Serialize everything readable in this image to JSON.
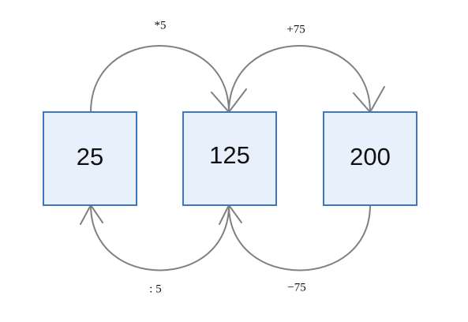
{
  "boxes": [
    {
      "value": "25"
    },
    {
      "value": "125"
    },
    {
      "value": "200"
    }
  ],
  "operations": {
    "multiply": "*5",
    "add": "+75",
    "divide": ": 5",
    "subtract": "−75"
  },
  "colors": {
    "box_fill": "#e8f0fb",
    "box_border": "#3a78c2",
    "arrow": "#808080"
  }
}
